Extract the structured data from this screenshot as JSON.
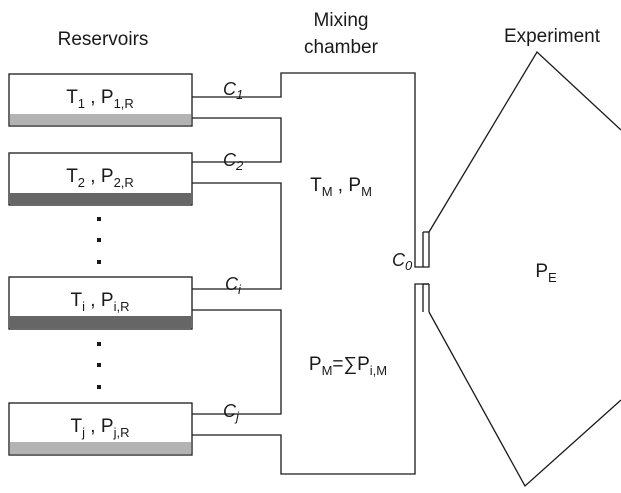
{
  "headers": {
    "reservoirs": "Reservoirs",
    "mixing_line1": "Mixing",
    "mixing_line2": "chamber",
    "experiment": "Experiment"
  },
  "reservoirs": [
    {
      "t_main": "T",
      "t_sub": "1",
      "p_main": "P",
      "p_sub": "1,R",
      "conductance": "C",
      "c_sub": "1",
      "fill_color": "#b3b3b3"
    },
    {
      "t_main": "T",
      "t_sub": "2",
      "p_main": "P",
      "p_sub": "2,R",
      "conductance": "C",
      "c_sub": "2",
      "fill_color": "#666666"
    },
    {
      "t_main": "T",
      "t_sub": "i",
      "p_main": "P",
      "p_sub": "i,R",
      "conductance": "C",
      "c_sub": "i",
      "fill_color": "#666666"
    },
    {
      "t_main": "T",
      "t_sub": "j",
      "p_main": "P",
      "p_sub": "j,R",
      "conductance": "C",
      "c_sub": "j",
      "fill_color": "#b3b3b3"
    }
  ],
  "mixing": {
    "t_main": "T",
    "t_sub": "M",
    "p_main": "P",
    "p_sub": "M",
    "sum_lhs_main": "P",
    "sum_lhs_sub": "M",
    "sum_op": "=∑",
    "sum_rhs_main": "P",
    "sum_rhs_sub": "i,M"
  },
  "outlet": {
    "c_main": "C",
    "c_sub": "0"
  },
  "experiment": {
    "p_main": "P",
    "p_sub": "E"
  },
  "colors": {
    "stroke": "#1a1a1a",
    "light_fill": "#b3b3b3",
    "dark_fill": "#666666"
  }
}
